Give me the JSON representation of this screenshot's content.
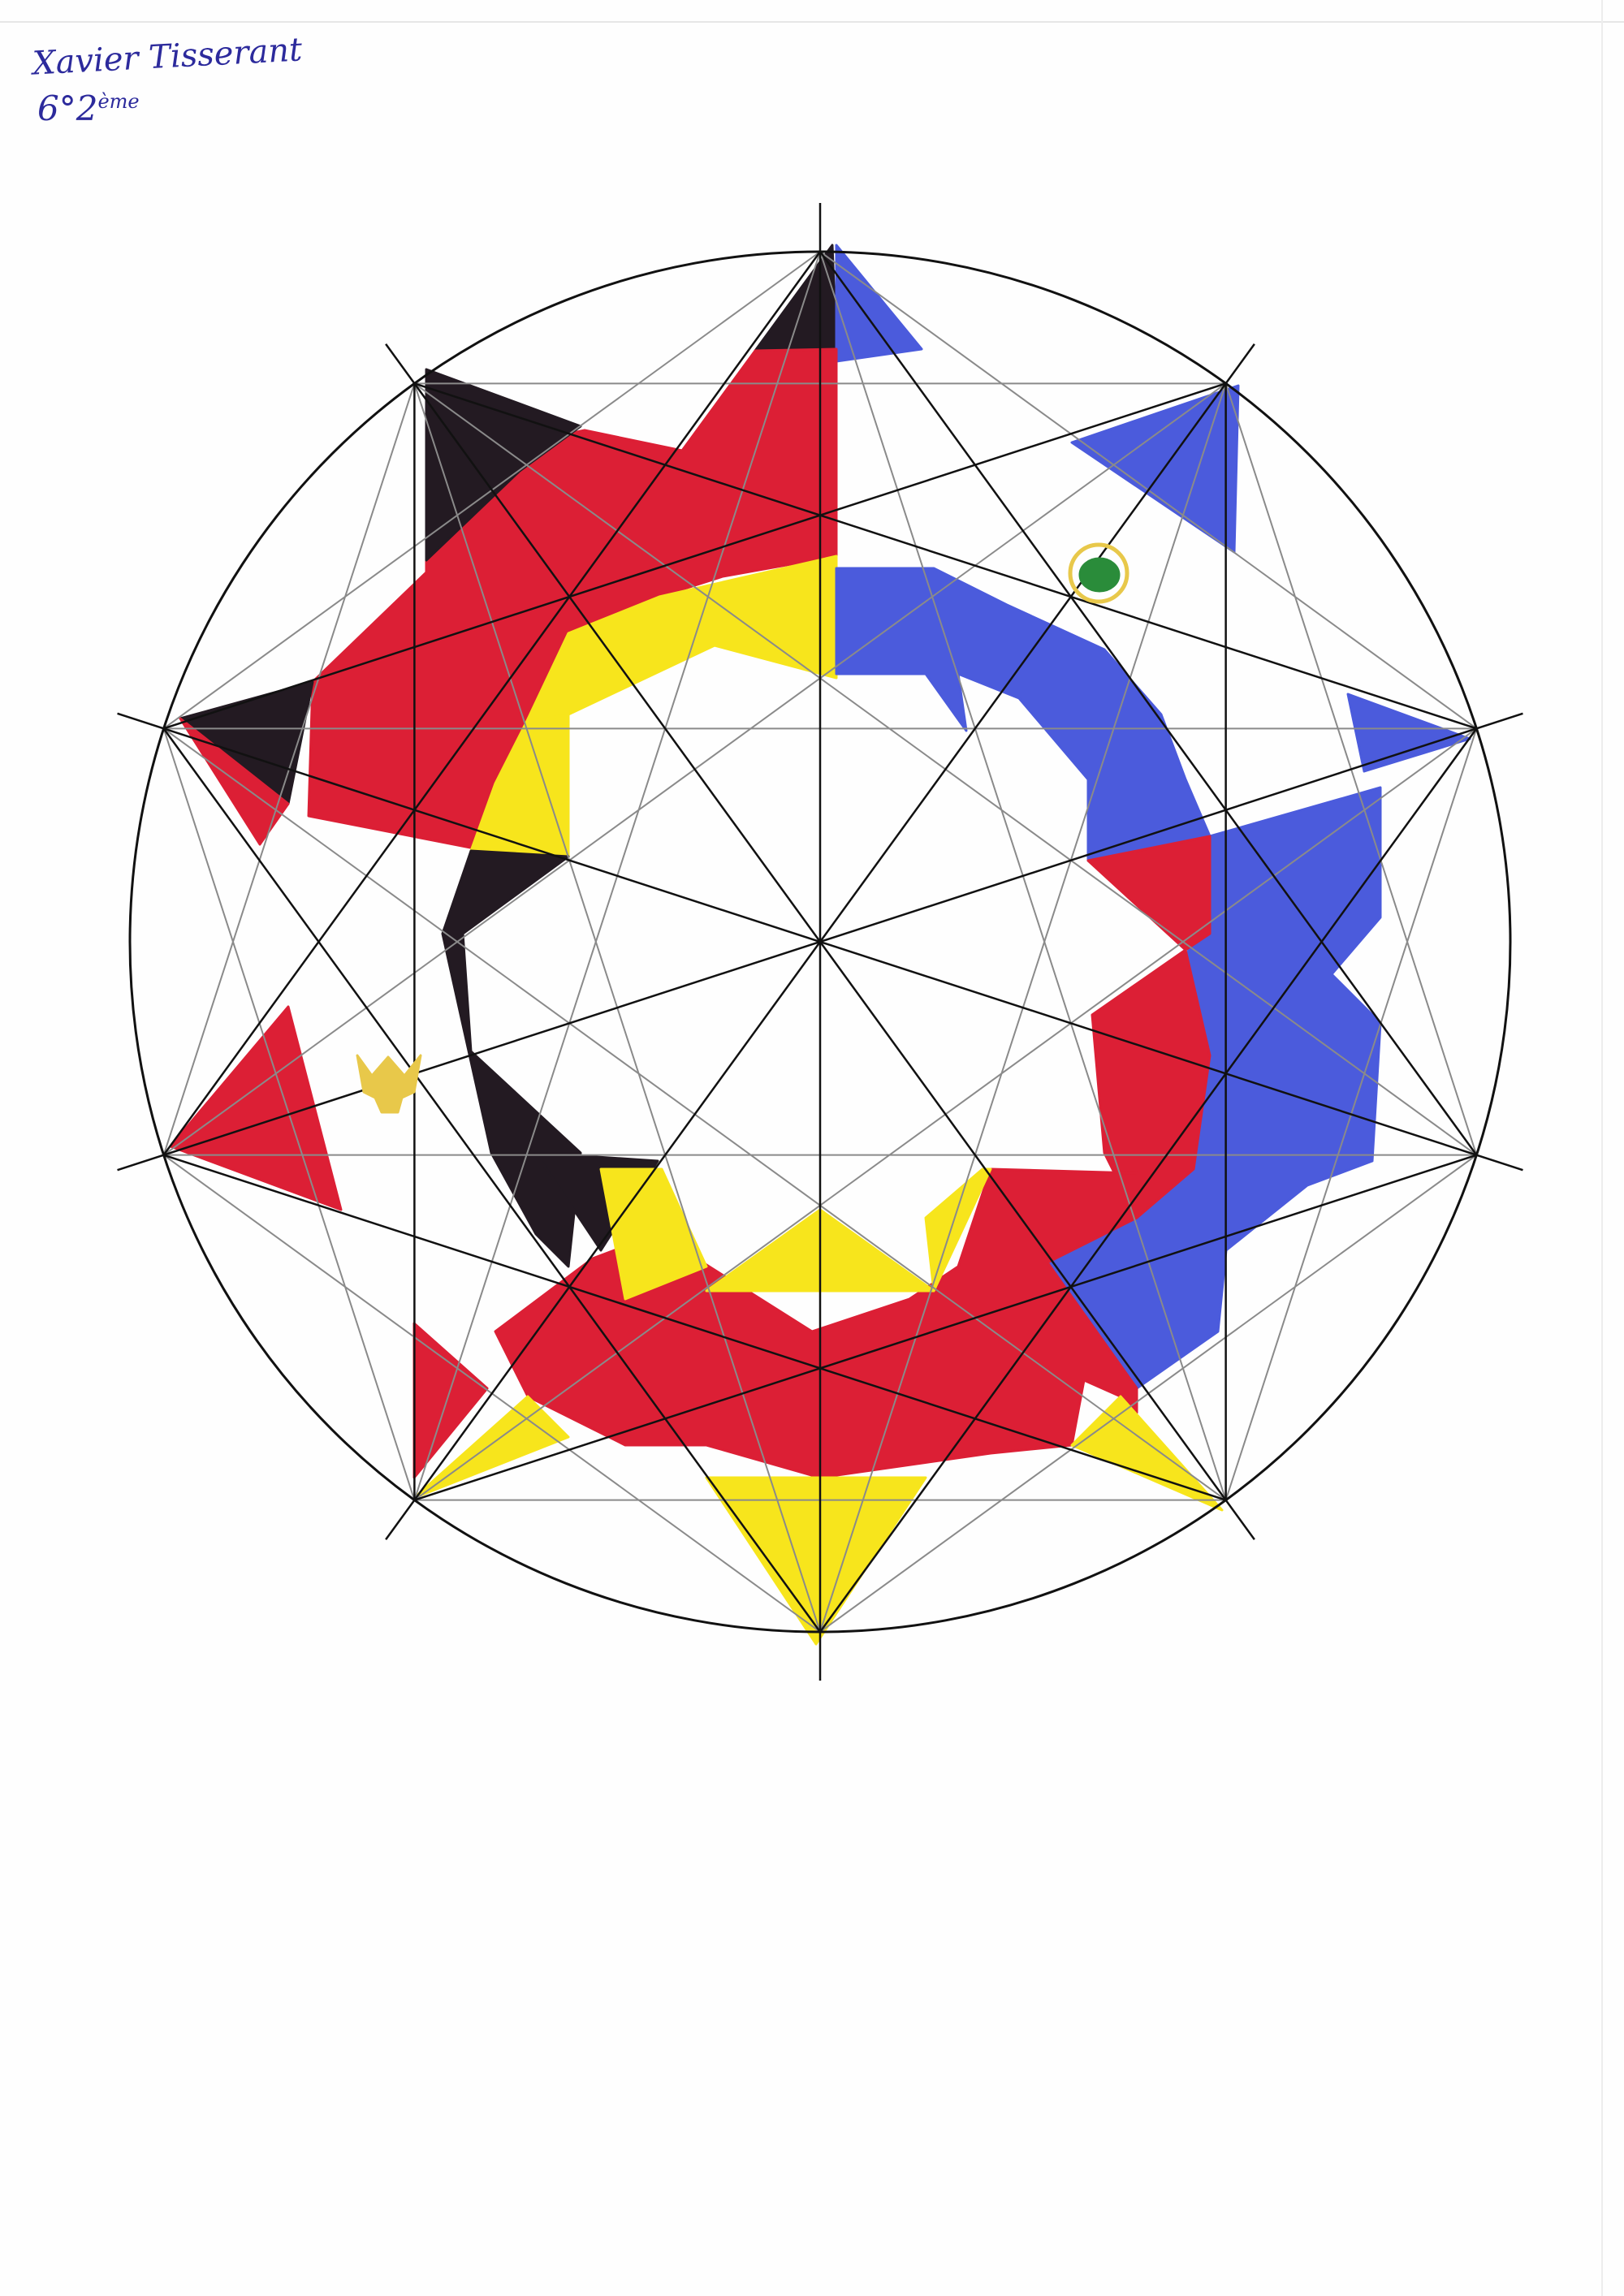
{
  "author": {
    "name": "Xavier Tisserant",
    "class_number": "6°2",
    "class_suffix": "ème"
  },
  "colors": {
    "red": "#dc1f35",
    "yellow": "#f7e51c",
    "black": "#231a22",
    "blue": "#4b5bdc",
    "green": "#2a8c3a",
    "gold": "#e8c84a",
    "ink": "#111111",
    "pencil": "#8a8a8a"
  },
  "drawing": {
    "subject": "ten-pointed star",
    "points": 10,
    "icons": [
      "green-circle-icon",
      "gold-eagle-icon"
    ]
  }
}
